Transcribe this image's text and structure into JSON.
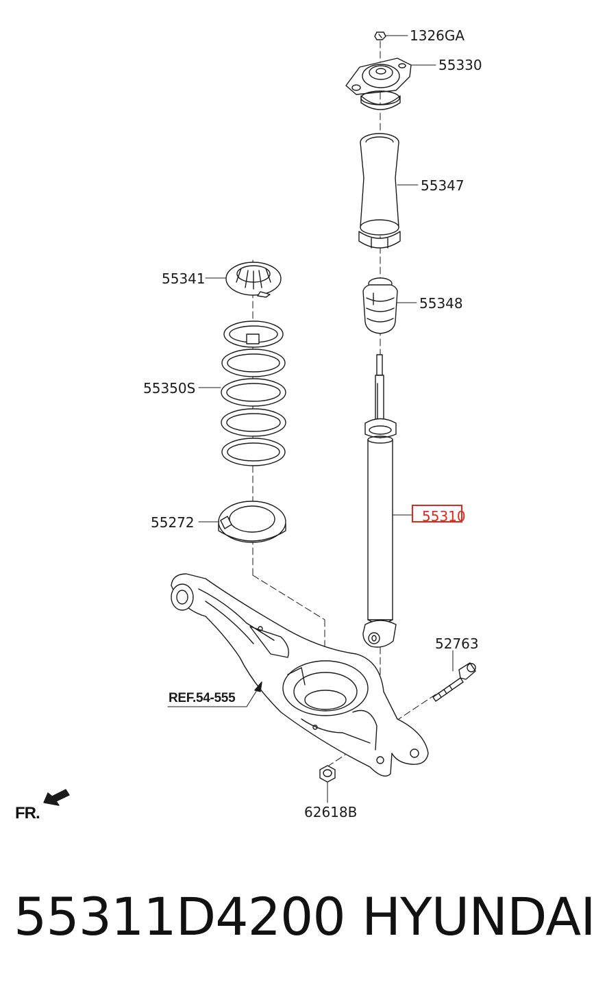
{
  "labels": {
    "nut_top": "1326GA",
    "mount": "55330",
    "dust_cover": "55347",
    "bump_stopper": "55348",
    "upper_seat": "55341",
    "coil_spring": "55350S",
    "lower_seat": "55272",
    "shock_absorber": "55310",
    "bolt": "52763",
    "reference": "REF.54-555",
    "nut_bottom": "62618B",
    "front_marker": "FR."
  },
  "footer": {
    "part_number": "55311D4200",
    "brand": "HYUNDAI"
  },
  "colors": {
    "highlight": "#e0281e",
    "line": "#1a1a1a"
  }
}
